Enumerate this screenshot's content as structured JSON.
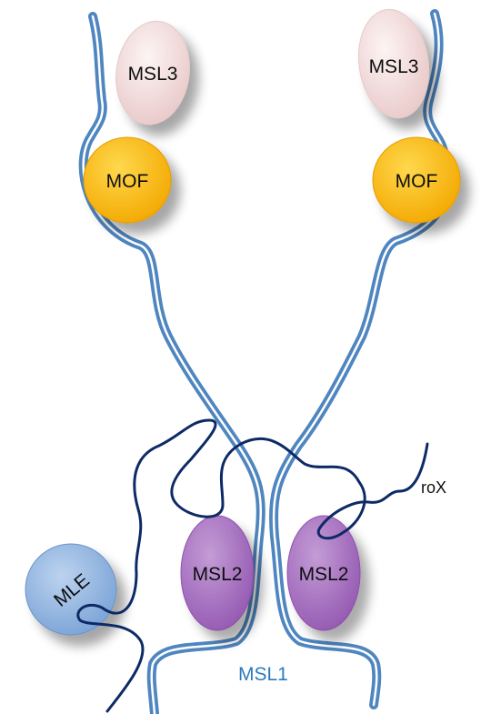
{
  "labels": {
    "msl3_left": "MSL3",
    "msl3_right": "MSL3",
    "mof_left": "MOF",
    "mof_right": "MOF",
    "msl2_left": "MSL2",
    "msl2_right": "MSL2",
    "mle": "MLE",
    "msl1": "MSL1",
    "rox": "roX"
  },
  "colors": {
    "msl1_strand": "#4f86c0",
    "rox_rna": "#0e2a66",
    "msl3": "#f2dcdc",
    "mof": "#ffc000",
    "msl2": "#9b59b6",
    "mle": "#8fb4e0"
  }
}
